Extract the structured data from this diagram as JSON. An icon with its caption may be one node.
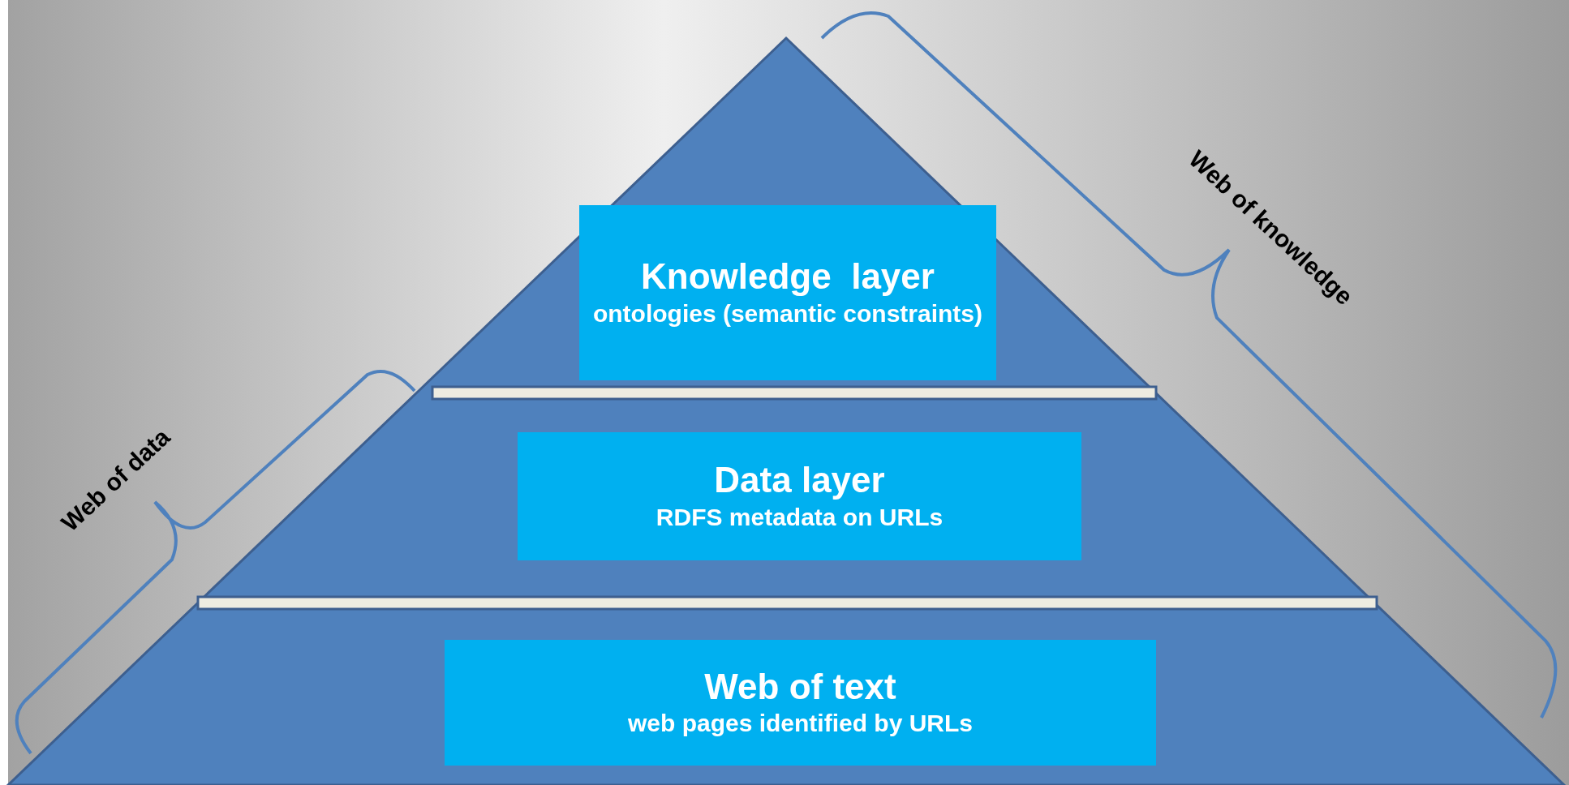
{
  "diagram": {
    "nodes": [
      {
        "text": [
          "Knowledge  layer",
          "ontologies (semantic constraints)"
        ]
      },
      {
        "text": [
          "Data layer",
          "RDFS metadata on URLs"
        ]
      },
      {
        "text": [
          "Web of text",
          "web pages identified by URLs"
        ]
      }
    ],
    "labels": [
      "Web of knowledge",
      "Web of data"
    ]
  }
}
